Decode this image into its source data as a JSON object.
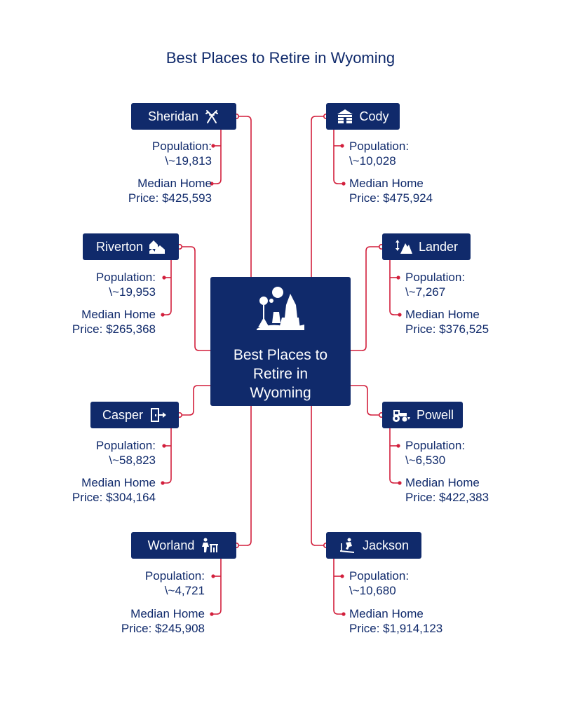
{
  "title": "Best Places to Retire in Wyoming",
  "center_label": "Best Places to\nRetire in\nWyoming",
  "colors": {
    "navy": "#102a6b",
    "connector": "#d21f3c",
    "text": "#102a6b"
  },
  "cities": [
    {
      "name": "Sheridan",
      "icon": "deer-antlers-icon",
      "pop_label": "Population:",
      "pop_value": "\\~19,813",
      "price_label": "Median Home",
      "price_value": "Price: $425,593"
    },
    {
      "name": "Cody",
      "icon": "log-cabin-icon",
      "pop_label": "Population:",
      "pop_value": "\\~10,028",
      "price_label": "Median Home",
      "price_value": "Price: $475,924"
    },
    {
      "name": "Riverton",
      "icon": "houses-icon",
      "pop_label": "Population:",
      "pop_value": "\\~19,953",
      "price_label": "Median Home",
      "price_value": "Price: $265,368"
    },
    {
      "name": "Lander",
      "icon": "mountain-climb-icon",
      "pop_label": "Population:",
      "pop_value": "\\~7,267",
      "price_label": "Median Home",
      "price_value": "Price: $376,525"
    },
    {
      "name": "Casper",
      "icon": "door-exit-icon",
      "pop_label": "Population:",
      "pop_value": "\\~58,823",
      "price_label": "Median Home",
      "price_value": "Price: $304,164"
    },
    {
      "name": "Powell",
      "icon": "tractor-icon",
      "pop_label": "Population:",
      "pop_value": "\\~6,530",
      "price_label": "Median Home",
      "price_value": "Price: $422,383"
    },
    {
      "name": "Worland",
      "icon": "farmer-icon",
      "pop_label": "Population:",
      "pop_value": "\\~4,721",
      "price_label": "Median Home",
      "price_value": "Price: $245,908"
    },
    {
      "name": "Jackson",
      "icon": "skier-icon",
      "pop_label": "Population:",
      "pop_value": "\\~10,680",
      "price_label": "Median Home",
      "price_value": "Price: $1,914,123"
    }
  ]
}
